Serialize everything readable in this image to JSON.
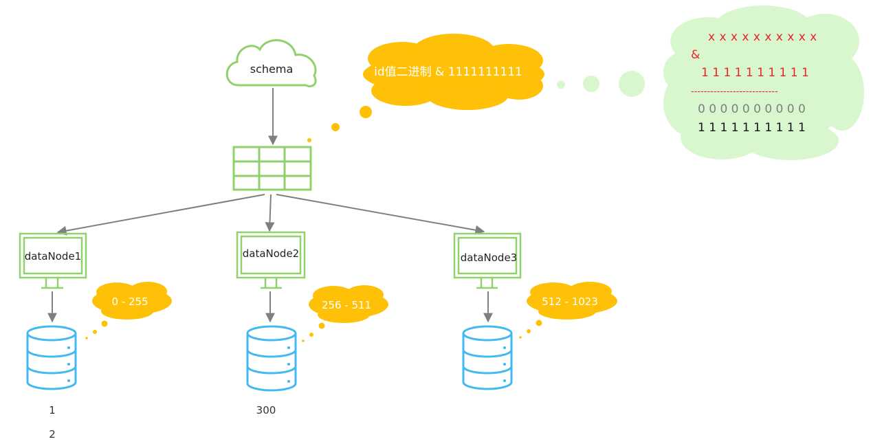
{
  "schema": {
    "label": "schema"
  },
  "formula_bubble": {
    "text": "id值二进制 & 1111111111"
  },
  "calc_bubble": {
    "line1": "x x x x x x x x x x",
    "line2": "&",
    "line3": "1 1 1 1 1 1 1 1 1 1",
    "divider": "---------------------------",
    "line4": "0 0 0 0 0 0 0 0 0 0",
    "line5": "1 1 1 1 1 1 1 1 1 1"
  },
  "nodes": [
    {
      "label": "dataNode1",
      "range": "0 - 255"
    },
    {
      "label": "dataNode2",
      "range": "256 - 511"
    },
    {
      "label": "dataNode3",
      "range": "512 - 1023"
    }
  ],
  "db_notes": {
    "node1_a": "1",
    "node1_b": "2",
    "node2_a": "300"
  },
  "colors": {
    "green": "#8fd16a",
    "yellow": "#ffc107",
    "blue": "#41b9f3",
    "gray": "#7f7f7f",
    "red": "#e8222a",
    "mint": "#d9f7cf"
  }
}
